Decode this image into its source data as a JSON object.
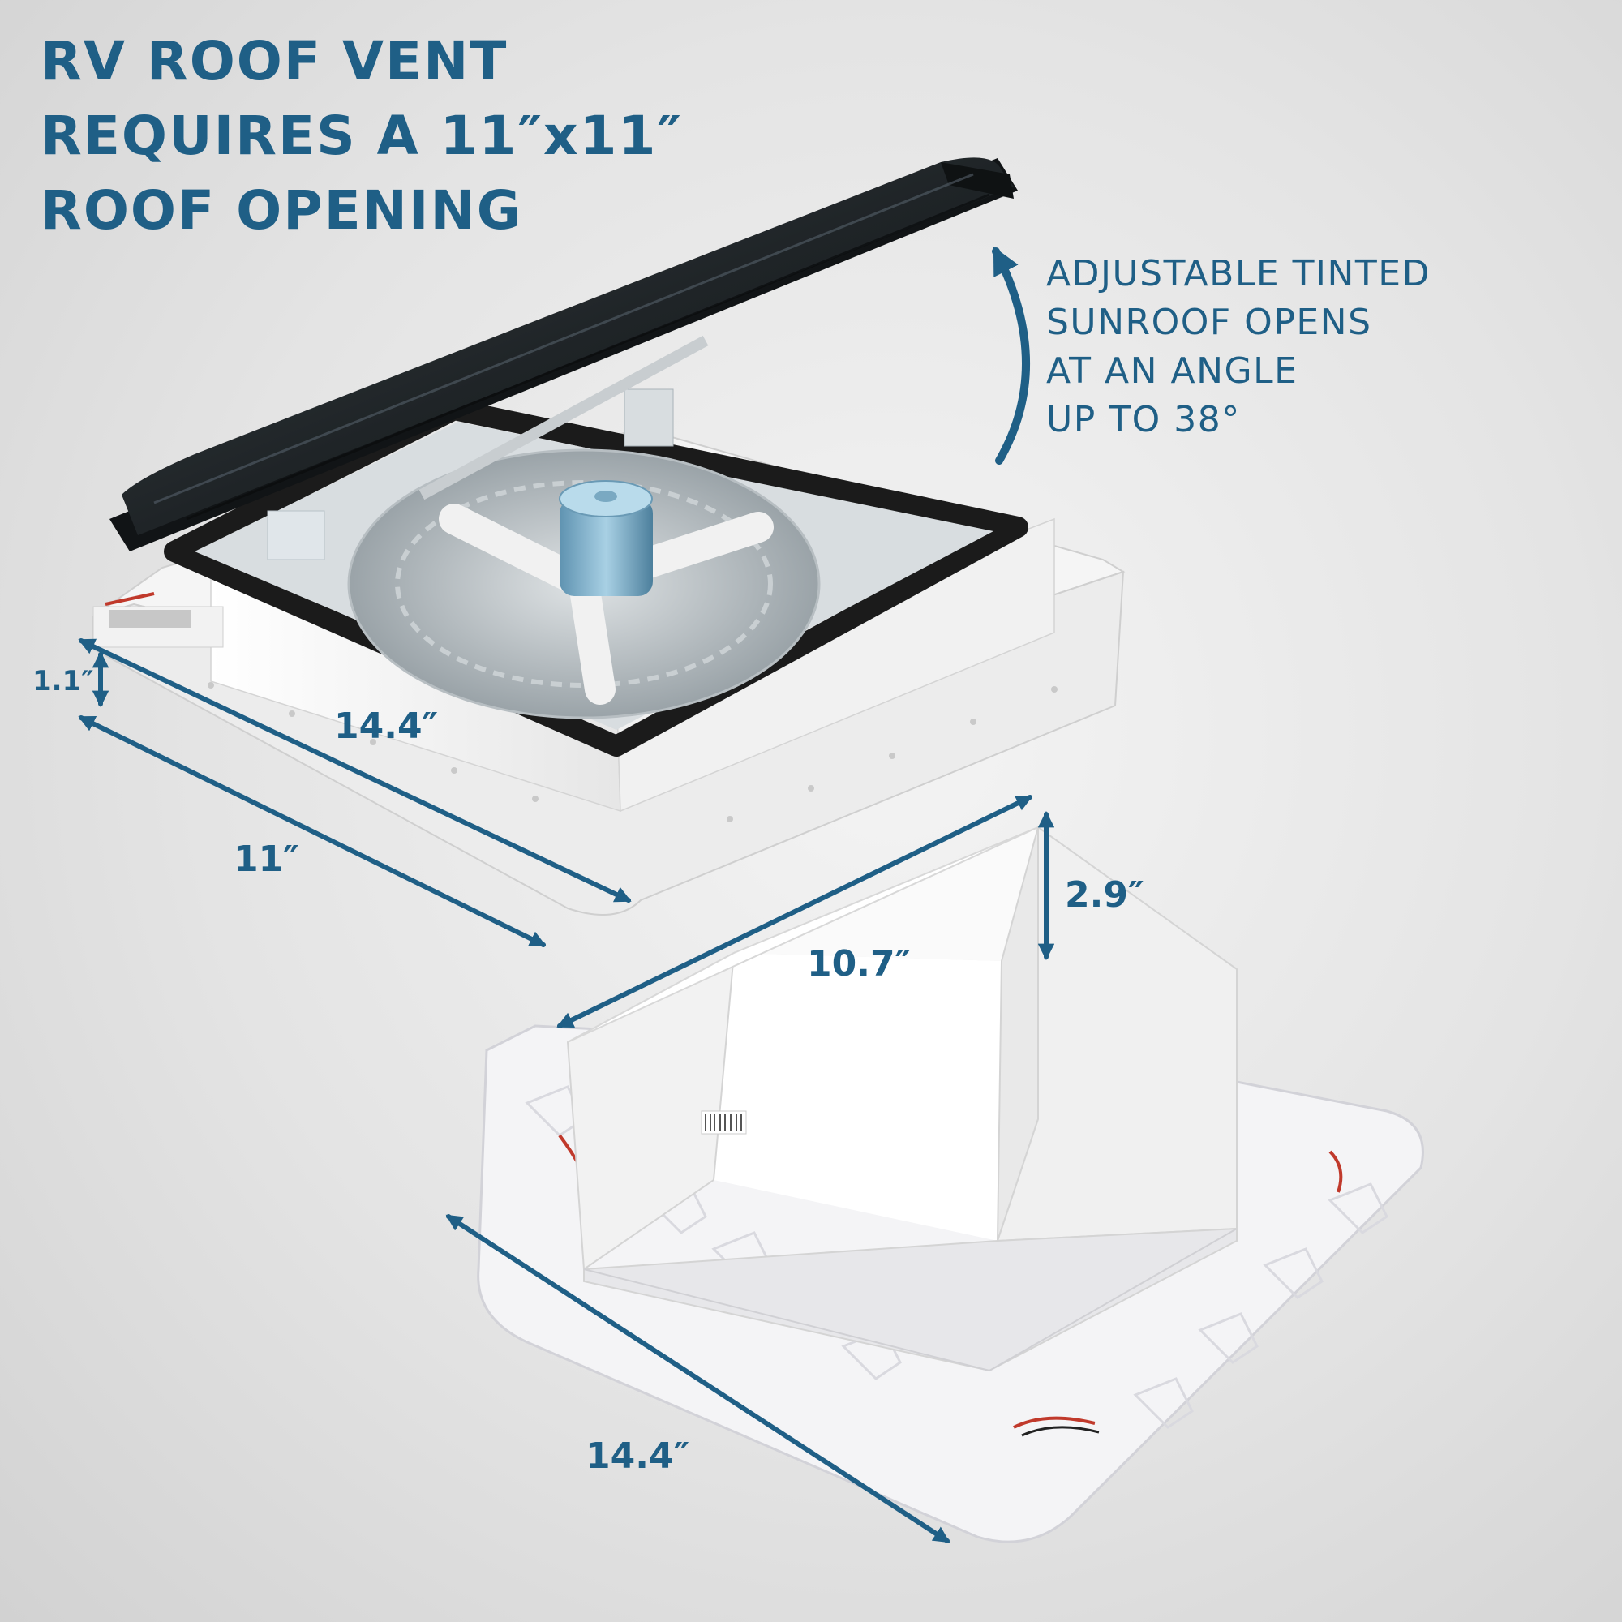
{
  "headline": {
    "lines": [
      "RV ROOF VENT",
      "REQUIRES A 11″x11″",
      "ROOF OPENING"
    ]
  },
  "callout": {
    "lines": [
      "ADJUSTABLE TINTED",
      "SUNROOF OPENS",
      "AT AN ANGLE",
      "UP TO 38°"
    ]
  },
  "dimensions": {
    "vent_height": "1.1″",
    "vent_width": "14.4″",
    "vent_depth": "11″",
    "frame_width": "10.7″",
    "frame_height": "2.9″",
    "flange_width": "14.4″"
  },
  "colors": {
    "accent": "#1f5f86",
    "lid": "#1e2326",
    "plastic": "#f7f7f7"
  },
  "icons": {
    "open_arrow": "curved-arrow-up-icon",
    "measure_arrow": "double-arrow-icon"
  }
}
